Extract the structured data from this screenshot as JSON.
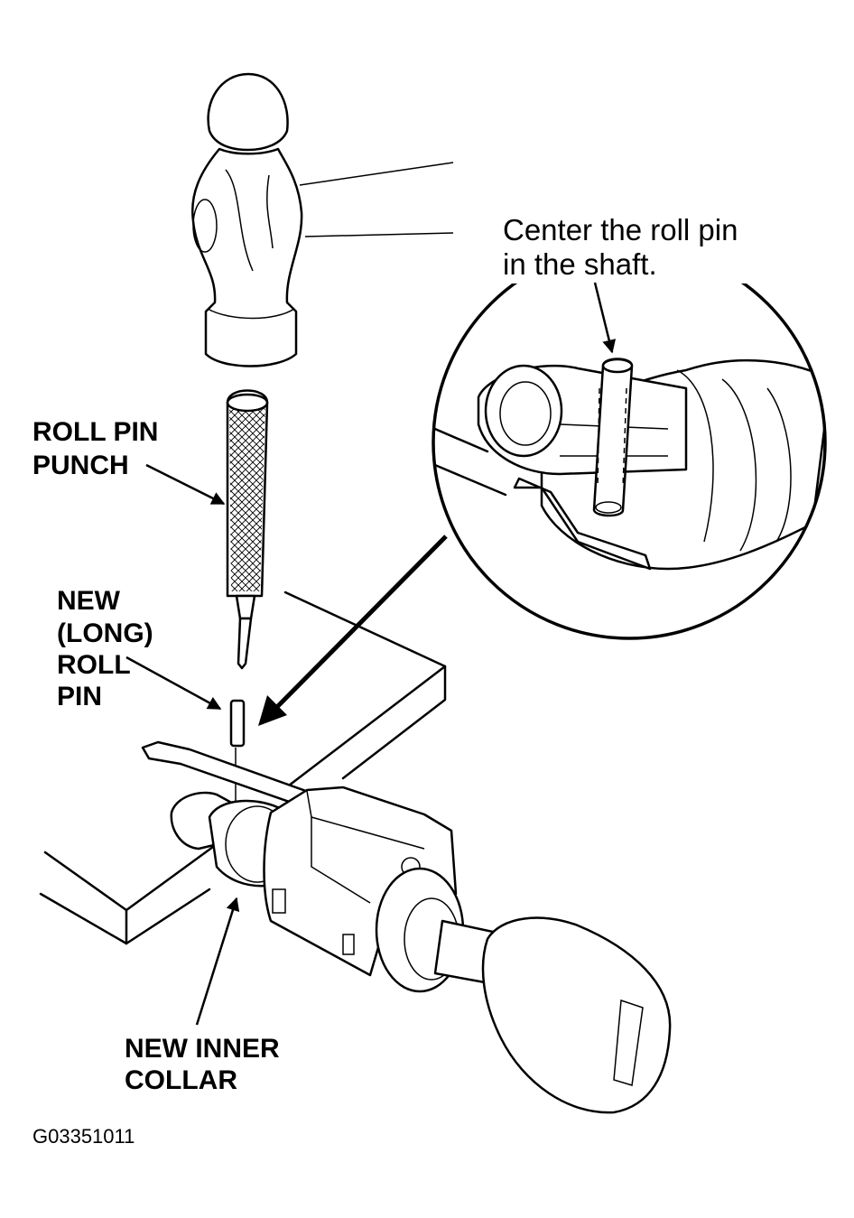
{
  "labels": {
    "callout_note_line1": "Center the roll pin",
    "callout_note_line2": "in the shaft.",
    "roll_pin_punch_line1": "ROLL PIN",
    "roll_pin_punch_line2": "PUNCH",
    "new_roll_pin_line1": "NEW",
    "new_roll_pin_line2": "(LONG)",
    "new_roll_pin_line3": "ROLL",
    "new_roll_pin_line4": "PIN",
    "inner_collar_line1": "NEW INNER",
    "inner_collar_line2": "COLLAR",
    "figure_code": "G03351011"
  },
  "colors": {
    "ink": "#000000",
    "paper": "#ffffff"
  }
}
